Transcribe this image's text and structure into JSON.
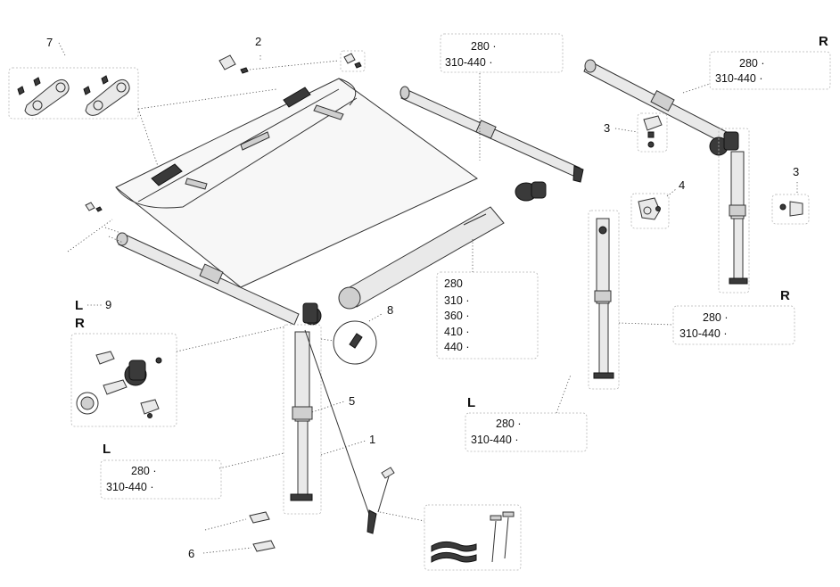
{
  "callouts": {
    "n1": "1",
    "n2": "2",
    "n3a": "3",
    "n3b": "3",
    "n4": "4",
    "n5": "5",
    "n6": "6",
    "n7": "7",
    "n8": "8",
    "n9": "9"
  },
  "side_labels": {
    "top_right": "R",
    "mid_right": "R",
    "left_side": "L",
    "left_bracket": "R",
    "left_arm": "L",
    "right_leg": "L"
  },
  "size_tables": {
    "top_rail": [
      "280 ·",
      "310-440 ·"
    ],
    "right_rail": [
      "280 ·",
      "310-440 ·"
    ],
    "roller": [
      "280",
      "310 ·",
      "360 ·",
      "410 ·",
      "440 ·"
    ],
    "right_leg_r": [
      "280 ·",
      "310-440 ·"
    ],
    "right_leg_l": [
      "280 ·",
      "310-440 ·"
    ],
    "left_leg": [
      "280 ·",
      "310-440 ·"
    ]
  }
}
